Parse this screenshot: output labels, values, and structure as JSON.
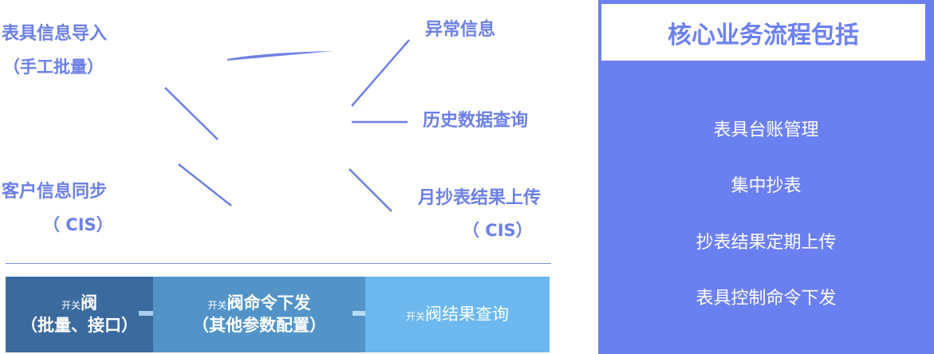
{
  "left": {
    "table_import": "表具信息导入",
    "table_import_sub": "（手工批量）",
    "customer_sync": "客户信息同步",
    "customer_sync_sub": "（ CIS）",
    "abnormal_info": "异常信息",
    "history_query": "历史数据查询",
    "monthly_upload": "月抄表结果上传",
    "monthly_upload_sub": "（ CIS）"
  },
  "flow": [
    {
      "prefix": "开关",
      "main": "阀",
      "sub": "（批量、接口）"
    },
    {
      "prefix": "开关",
      "main": "阀命令下发",
      "sub": "（其他参数配置）"
    },
    {
      "prefix": "开关",
      "main": "阀结果查询"
    }
  ],
  "panel": {
    "title": "核心业务流程包括",
    "items": [
      "表具台账管理",
      "集中抄表",
      "抄表结果定期上传",
      "表具控制命令下发"
    ]
  },
  "colors": {
    "label": "#6b7fe6",
    "panel": "#6b80f0",
    "flow_dark": "#3b6a9f",
    "flow_mid": "#5293c8",
    "flow_light": "#6ab8ef"
  }
}
